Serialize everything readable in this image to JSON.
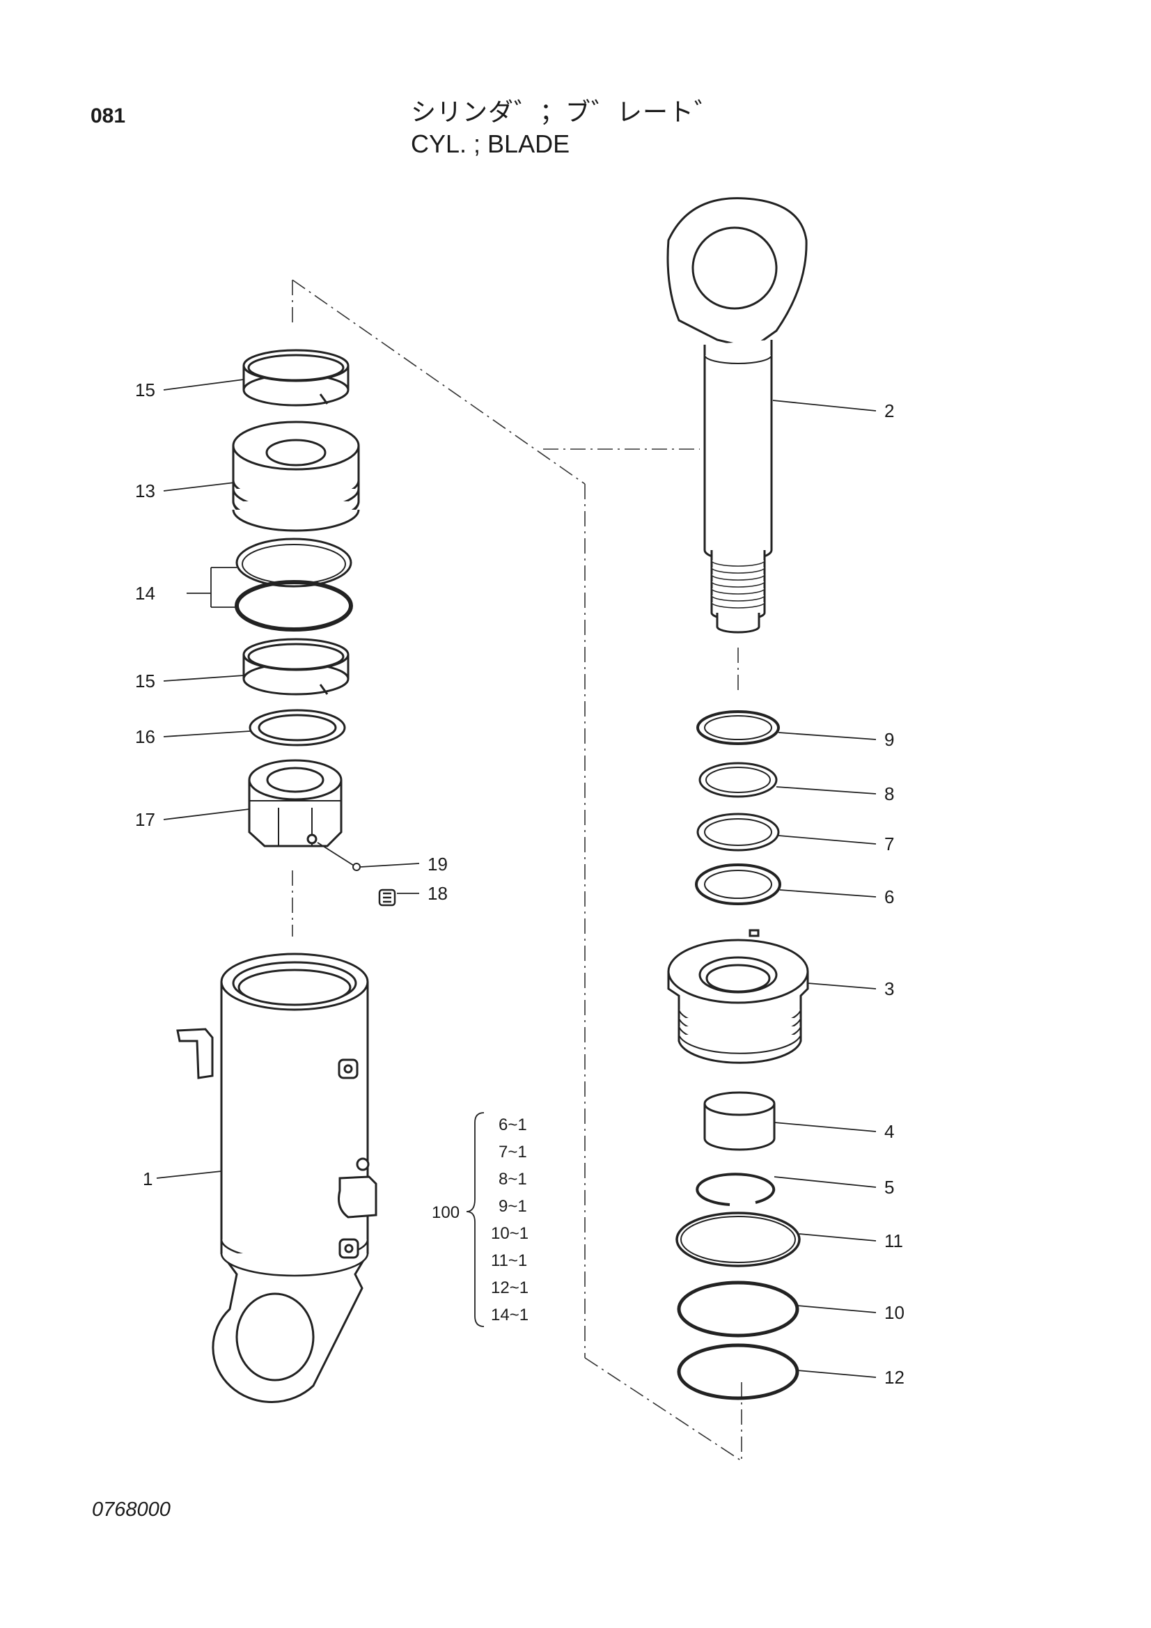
{
  "header": {
    "page_number": "081",
    "title_jp": "シリンダ゛；ブ゛レート゛",
    "title_en": "CYL. ; BLADE"
  },
  "footer": {
    "drawing_code": "0768000"
  },
  "callouts": {
    "c15a": "15",
    "c13": "13",
    "c14": "14",
    "c15b": "15",
    "c16": "16",
    "c17": "17",
    "c19": "19",
    "c18": "18",
    "c1": "1",
    "c2": "2",
    "c9": "9",
    "c8": "8",
    "c7": "7",
    "c6": "6",
    "c3": "3",
    "c4": "4",
    "c5": "5",
    "c11": "11",
    "c10": "10",
    "c12": "12"
  },
  "kit": {
    "number": "100",
    "items": [
      "6~1",
      "7~1",
      "8~1",
      "9~1",
      "10~1",
      "11~1",
      "12~1",
      "14~1"
    ]
  }
}
